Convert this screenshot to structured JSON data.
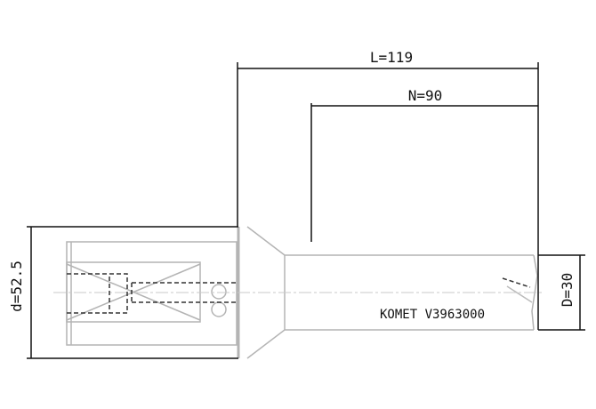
{
  "drawing": {
    "dimensions": {
      "overall_length": "L=119",
      "neck_length": "N=90",
      "shank_diameter": "d=52.5",
      "drill_diameter": "D=30"
    },
    "marking": "KOMET V3963000"
  },
  "colors": {
    "dimension_line": "#111111",
    "outline": "#b4b4b4",
    "hidden_line": "#333333"
  }
}
